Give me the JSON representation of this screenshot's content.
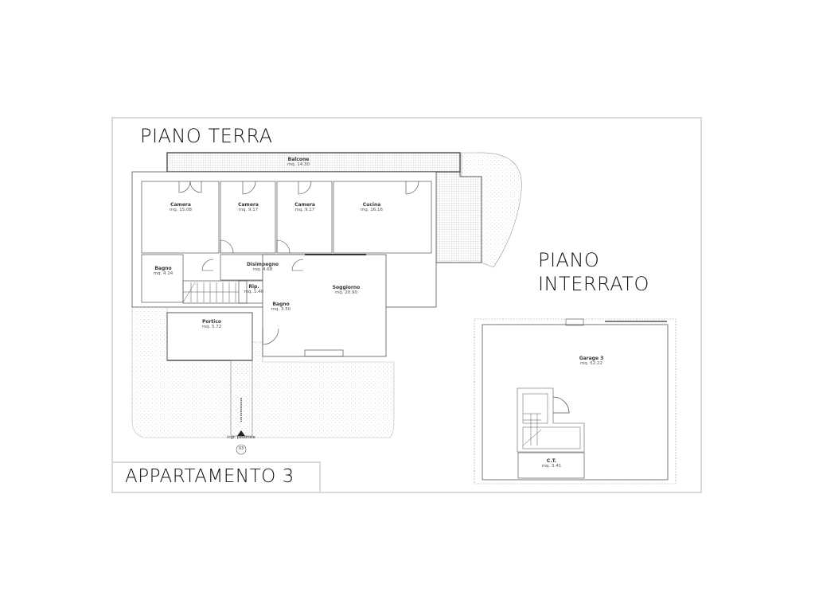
{
  "titles": {
    "ground_floor": "PIANO TERRA",
    "basement_line1": "PIANO",
    "basement_line2": "INTERRATO",
    "apartment": "APPARTAMENTO 3"
  },
  "ground_floor_rooms": [
    {
      "name": "Balcone",
      "area": "mq. 14.30"
    },
    {
      "name": "Camera",
      "area": "mq. 15.08"
    },
    {
      "name": "Camera",
      "area": "mq. 9.17"
    },
    {
      "name": "Camera",
      "area": "mq. 9.17"
    },
    {
      "name": "Cucina",
      "area": "mq. 16.16"
    },
    {
      "name": "Bagno",
      "area": "mq. 4.14"
    },
    {
      "name": "Disimpegno",
      "area": "mq. 4.68"
    },
    {
      "name": "Rip.",
      "area": "mq. 1.40"
    },
    {
      "name": "Bagno",
      "area": "mq. 3.50"
    },
    {
      "name": "Soggiorno",
      "area": "mq. 20.90"
    },
    {
      "name": "Portico",
      "area": "mq. 5.72"
    }
  ],
  "basement_rooms": [
    {
      "name": "Garage 3",
      "area": "mq. 52.22"
    },
    {
      "name": "C.T.",
      "area": "mq. 3.41"
    }
  ],
  "entrance": {
    "label": "ingr. pedonale",
    "number": "03"
  },
  "colors": {
    "frame": "#d9d9d9",
    "wall": "#555555",
    "hatch": "#cfcfcf",
    "text": "#111111"
  }
}
